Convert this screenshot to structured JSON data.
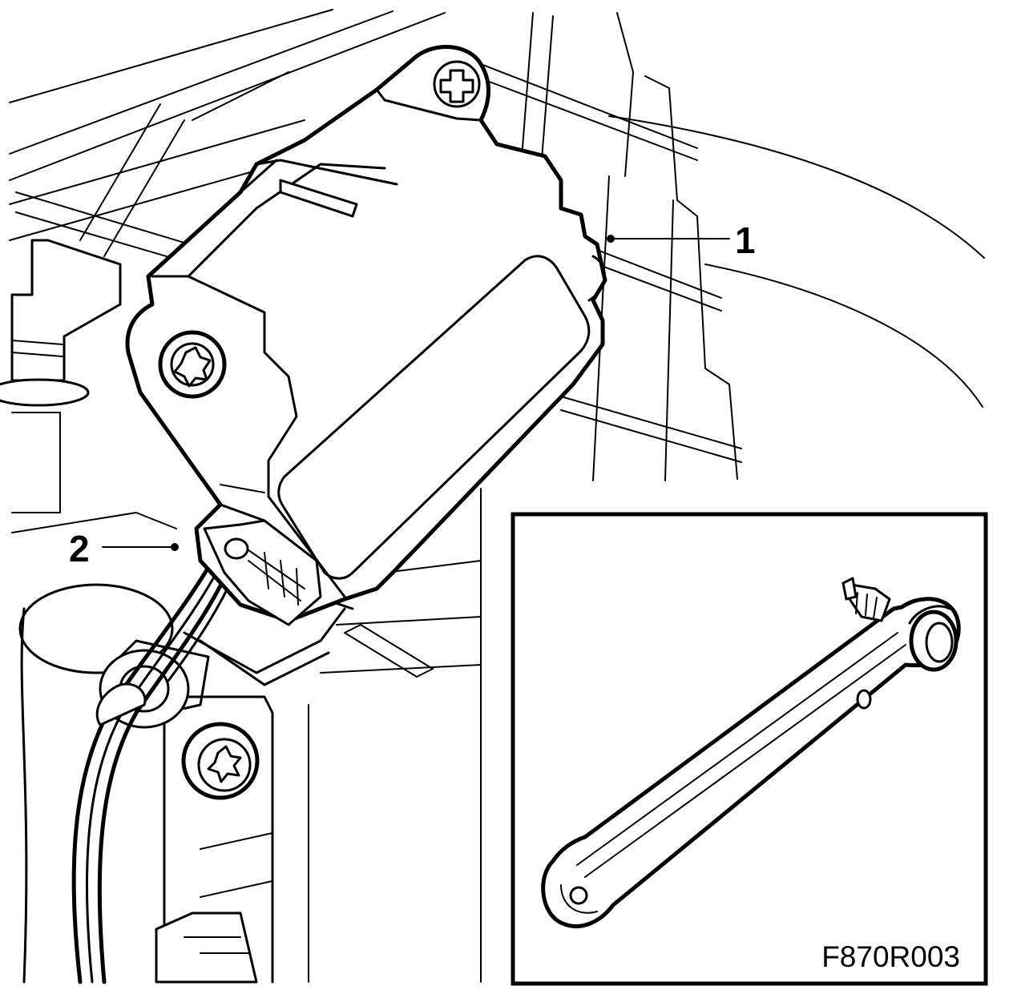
{
  "callouts": {
    "item1": "1",
    "item2": "2"
  },
  "figure_code": "F870R003",
  "colors": {
    "line": "#000000",
    "background": "#ffffff"
  }
}
